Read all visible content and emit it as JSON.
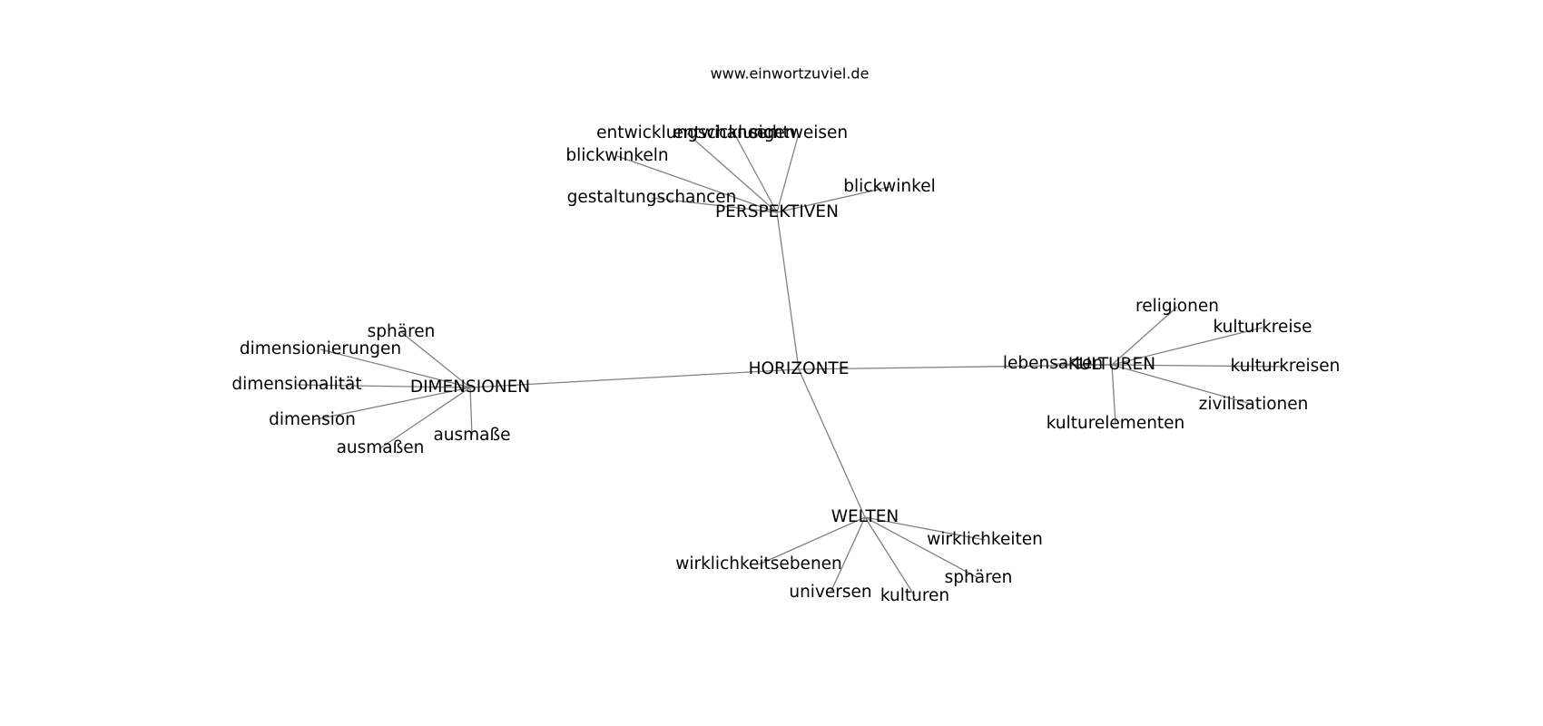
{
  "header": {
    "site": "www.einwortzuviel.de"
  },
  "graph": {
    "center": "HORIZONTE",
    "hubs": [
      {
        "label": "PERSPEKTIVEN",
        "leaves": [
          "entwicklungschancen",
          "entwicklungen",
          "blickwinkeln",
          "sichtweisen",
          "gestaltungschancen",
          "blickwinkel"
        ]
      },
      {
        "label": "DIMENSIONEN",
        "leaves": [
          "sphären",
          "dimensionierungen",
          "dimensionalität",
          "dimension",
          "ausmaßen",
          "ausmaße"
        ]
      },
      {
        "label": "KULTUREN",
        "leaves": [
          "religionen",
          "kulturkreise",
          "lebensarten",
          "kulturkreisen",
          "zivilisationen",
          "kulturelementen"
        ]
      },
      {
        "label": "WELTEN",
        "leaves": [
          "wirklichkeiten",
          "wirklichkeitsebenen",
          "sphären",
          "universen",
          "kulturen"
        ]
      }
    ]
  }
}
